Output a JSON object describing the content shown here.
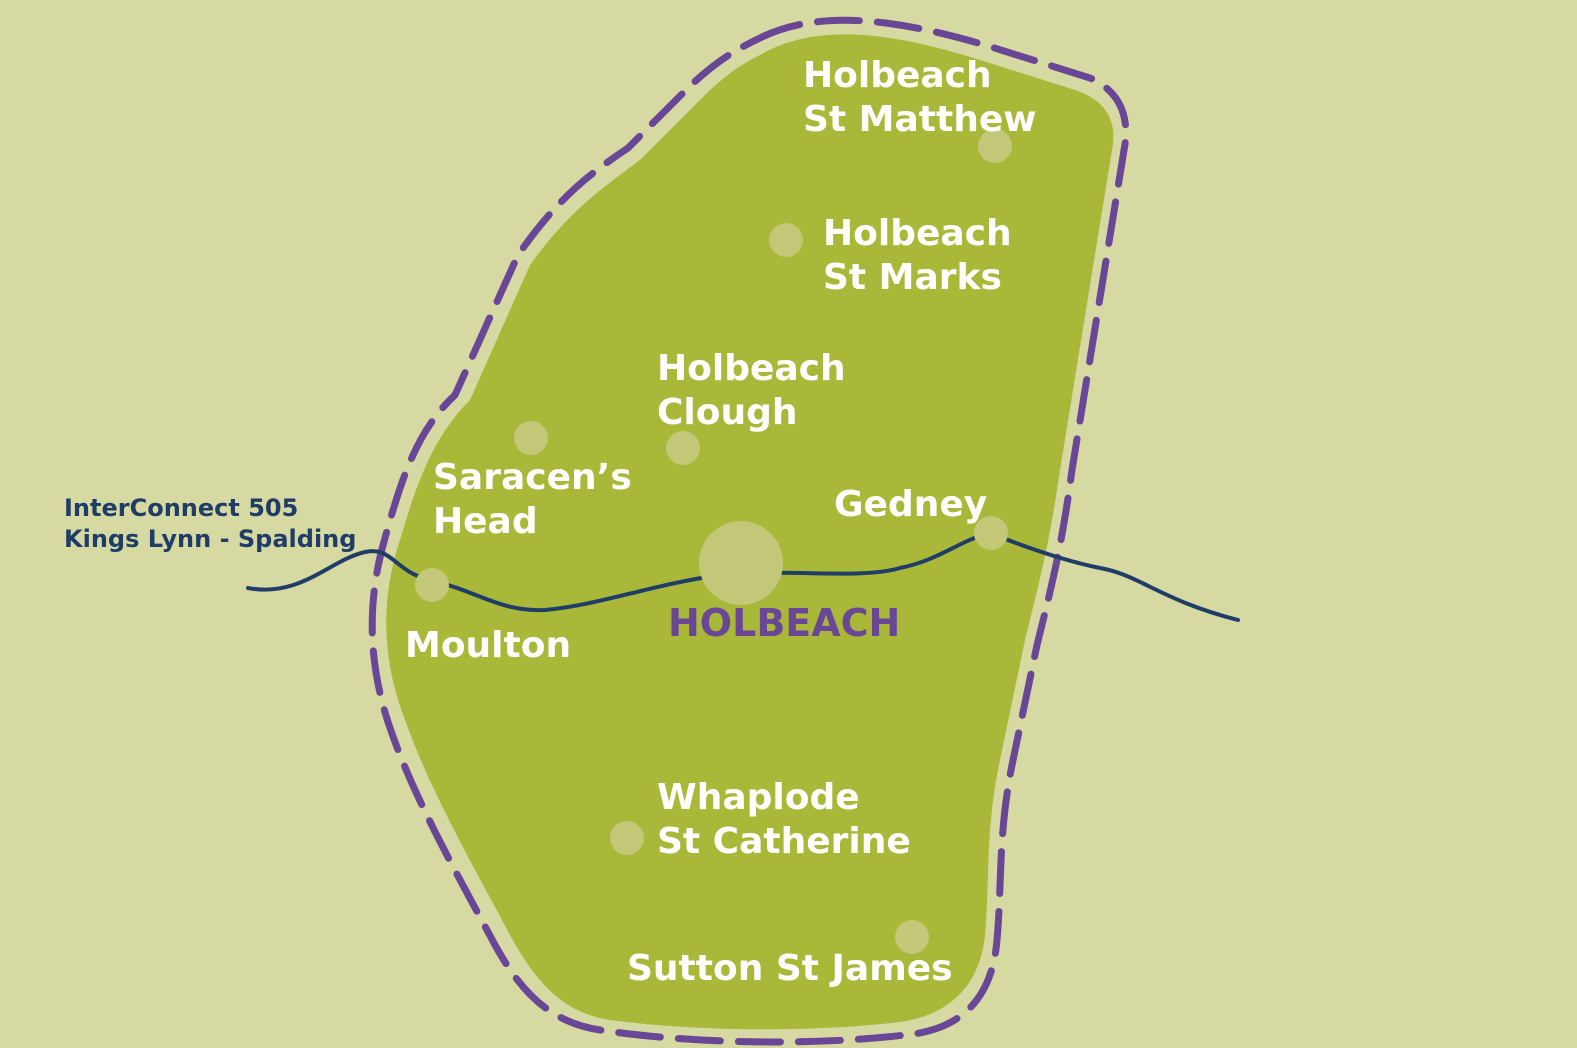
{
  "colors": {
    "background": "#d7d9a3",
    "area_fill": "#a9b838",
    "boundary": "#6a4796",
    "route_line": "#1f3d66",
    "stop_marker": "#c3c878",
    "place_label": "#ffffff",
    "route_label": "#1f3d66",
    "town_label": "#6a4796"
  },
  "route": {
    "name": "InterConnect 505",
    "description": "Kings Lynn - Spalding"
  },
  "town": {
    "name": "HOLBEACH"
  },
  "places": [
    {
      "id": "holbeach-st-matthew",
      "line1": "Holbeach",
      "line2": "St Matthew"
    },
    {
      "id": "holbeach-st-marks",
      "line1": "Holbeach",
      "line2": "St Marks"
    },
    {
      "id": "holbeach-clough",
      "line1": "Holbeach",
      "line2": "Clough"
    },
    {
      "id": "saracens-head",
      "line1": "Saracen’s",
      "line2": "Head"
    },
    {
      "id": "gedney",
      "line1": "Gedney"
    },
    {
      "id": "moulton",
      "line1": "Moulton"
    },
    {
      "id": "whaplode-st-catherine",
      "line1": "Whaplode",
      "line2": "St Catherine"
    },
    {
      "id": "sutton-st-james",
      "line1": "Sutton St James"
    }
  ]
}
